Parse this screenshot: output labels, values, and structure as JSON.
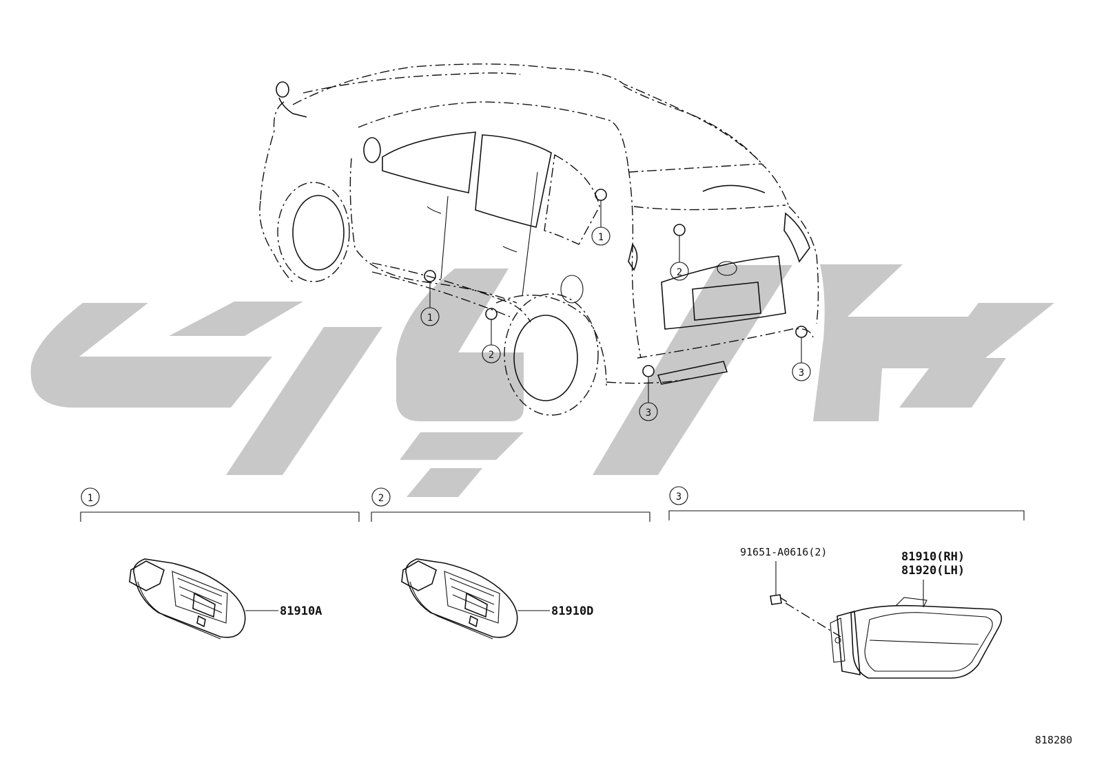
{
  "diagram": {
    "callouts": [
      "1",
      "2",
      "3"
    ],
    "sections": [
      {
        "number": "1",
        "part_label": "81910A"
      },
      {
        "number": "2",
        "part_label": "81910D"
      },
      {
        "number": "3",
        "screw_label": "91651-A0616(2)",
        "part_label_rh": "81910(RH)",
        "part_label_lh": "81920(LH)"
      }
    ],
    "diagram_code": "818280",
    "watermark_color": "#c8c8c8",
    "line_color": "#111111"
  }
}
